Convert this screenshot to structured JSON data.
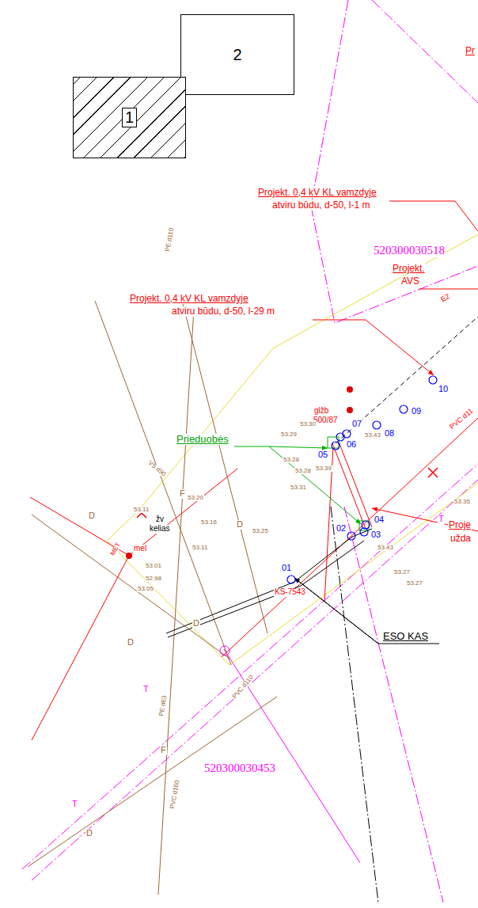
{
  "diagram": {
    "nodes": [
      {
        "text": [
          "2"
        ]
      },
      {
        "text": [
          "1"
        ]
      }
    ],
    "labels": [
      "Pr",
      "Projekt. 0,4 kV KL vamzdyje",
      "atviru būdu, d-50, l-1 m",
      "520300030518",
      "Projekt.",
      "AVS",
      "Projekt. 0,4 kV KL vamzdyje",
      "atviru būdu, d-50, l-29 m",
      "Prieduobės",
      "glžb",
      "500/87",
      "01",
      "02",
      "03",
      "04",
      "05",
      "06",
      "07",
      "08",
      "09",
      "10",
      "ESO KAS",
      "KS-7543",
      "520300030453",
      "Proje",
      "užda",
      "žv",
      "kelias",
      "mel",
      "E2",
      "PVC d11",
      "PE d110",
      "PE d63",
      "PVC d110",
      "PVC d160",
      "MET",
      "VS d90",
      "53.30",
      "53.29",
      "53.28",
      "53.28",
      "53.39",
      "53.31",
      "53.20",
      "53.16",
      "53.11",
      "53.11",
      "53.25",
      "53.01",
      "52.98",
      "53.05",
      "53.43",
      "53.43",
      "53.27",
      "53.35",
      "53.27",
      "D",
      "D",
      "D",
      "D",
      "D",
      "F",
      "F",
      "T",
      "T",
      "T"
    ]
  }
}
